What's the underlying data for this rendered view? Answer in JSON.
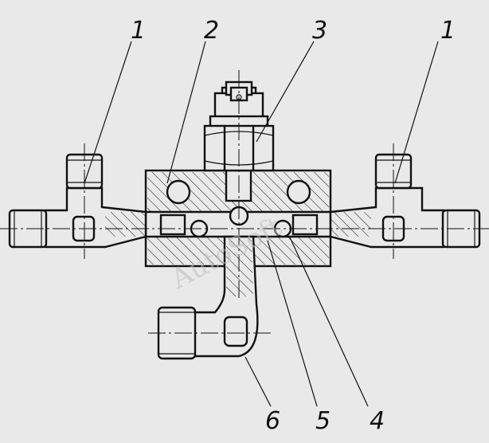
{
  "diagram": {
    "callouts": [
      {
        "id": "c1-left",
        "label": "1"
      },
      {
        "id": "c2",
        "label": "2"
      },
      {
        "id": "c3",
        "label": "3"
      },
      {
        "id": "c1-right",
        "label": "1"
      },
      {
        "id": "c6",
        "label": "6"
      },
      {
        "id": "c5",
        "label": "5"
      },
      {
        "id": "c4",
        "label": "4"
      }
    ],
    "watermark": "AutoSoft",
    "colors": {
      "background": "#e9e9e9",
      "line": "#111111"
    }
  }
}
